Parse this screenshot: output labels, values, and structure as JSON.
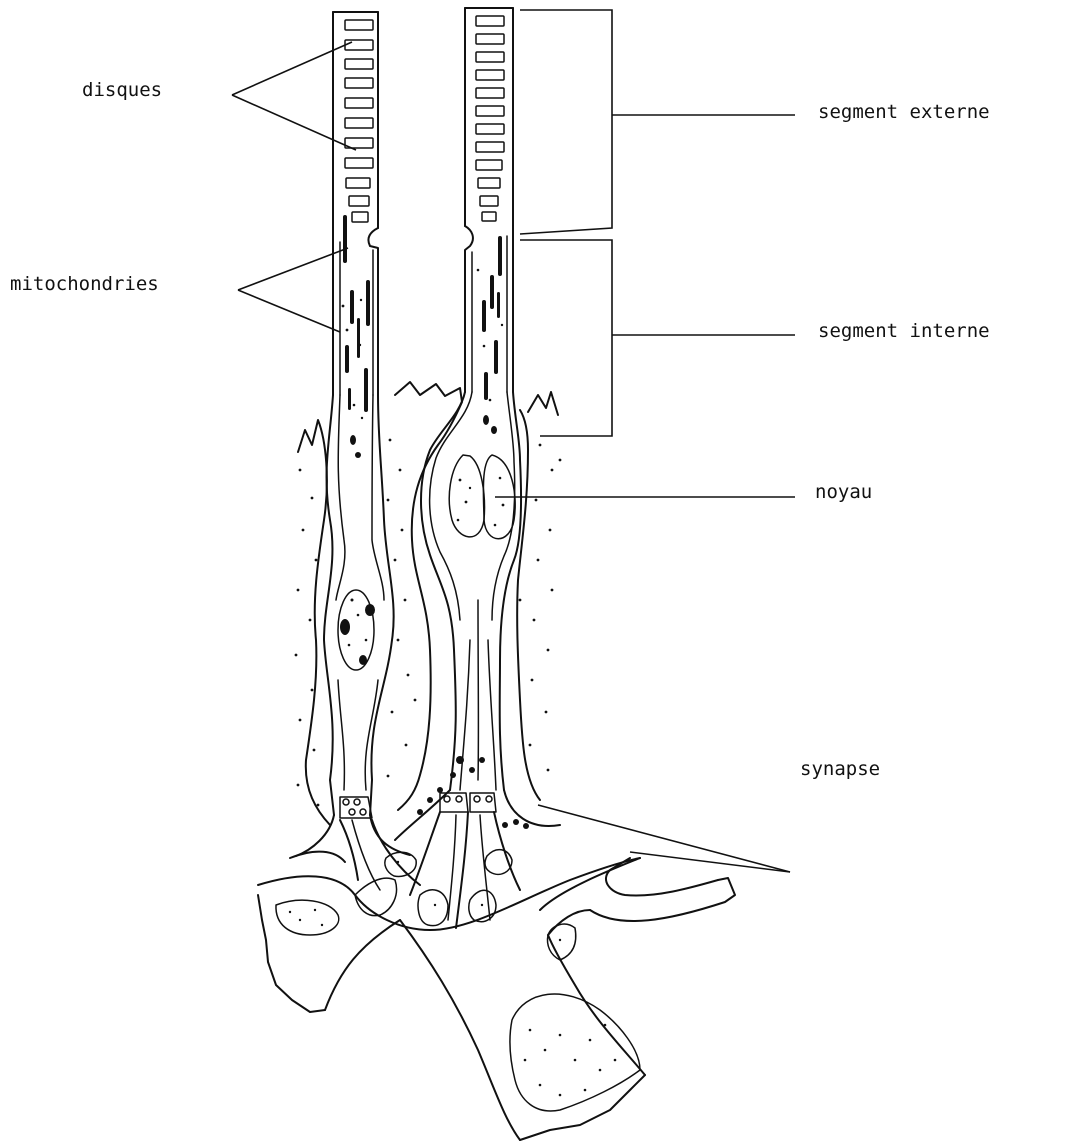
{
  "labels": {
    "disques": "disques",
    "mitochondries": "mitochondries",
    "segment_externe": "segment externe",
    "segment_interne": "segment interne",
    "noyau": "noyau",
    "synapse": "synapse"
  }
}
